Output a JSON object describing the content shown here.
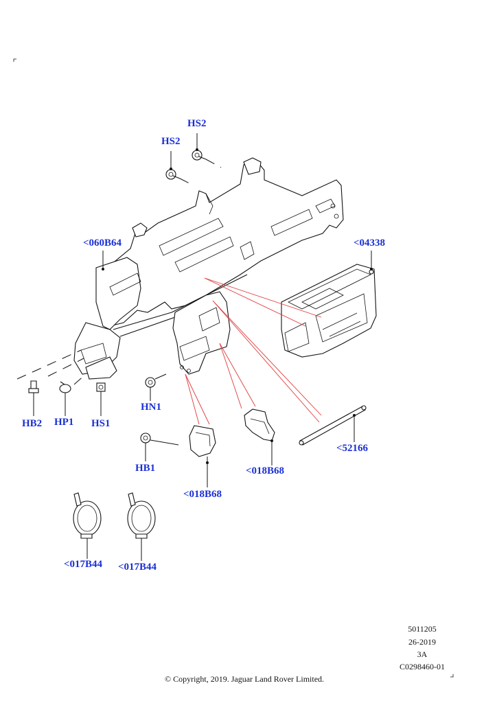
{
  "callouts": {
    "hs2_top": "HS2",
    "hs2_left": "HS2",
    "b060b64": "<060B64",
    "b04338": "<04338",
    "hb2": "HB2",
    "hp1": "HP1",
    "hs1": "HS1",
    "hn1": "HN1",
    "hb1": "HB1",
    "b52166": "<52166",
    "b018b68_right": "<018B68",
    "b018b68_left": "<018B68",
    "b017b44_left": "<017B44",
    "b017b44_right": "<017B44"
  },
  "meta": {
    "line1": "5011205",
    "line2": "26-2019",
    "line3": "3A",
    "line4": "C0298460-01"
  },
  "copyright": "© Copyright, 2019. Jaguar Land Rover Limited.",
  "colors": {
    "callout": "#1a2fd6",
    "leader_red": "#e03a3a",
    "line": "#111111"
  }
}
